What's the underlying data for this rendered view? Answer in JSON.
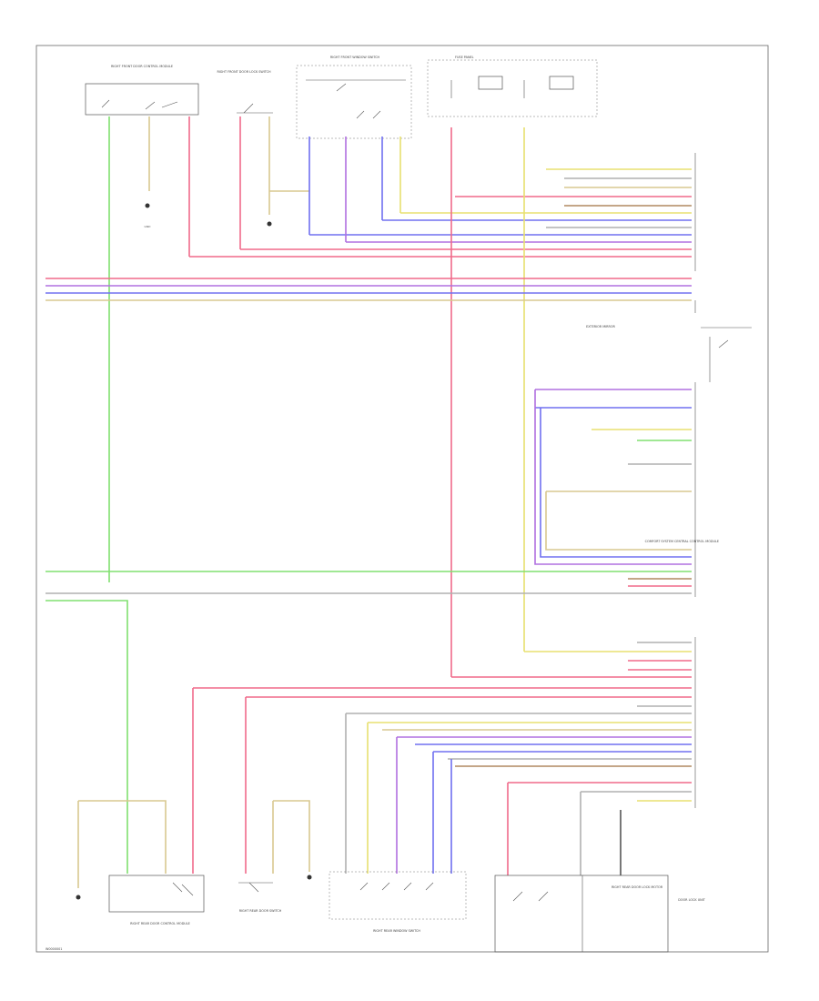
{
  "diagram": {
    "footer_code": "W0000001",
    "components": {
      "rf_door_module": "RIGHT FRONT DOOR CONTROL MODULE",
      "rf_door_switch": "RIGHT FRONT DOOR LOCK SWITCH",
      "rf_window_switch": "RIGHT FRONT WINDOW SWITCH",
      "rr_door_module": "RIGHT REAR DOOR CONTROL MODULE",
      "rr_window_switch": "RIGHT REAR WINDOW SWITCH",
      "rr_door_lock": "RIGHT REAR DOOR LOCK MOTOR",
      "rr_door_switch": "RIGHT REAR DOOR SWITCH",
      "central_module": "COMFORT SYSTEM CENTRAL CONTROL MODULE",
      "door_lock_unit": "DOOR LOCK UNIT",
      "exterior_mirror": "EXTERIOR MIRROR",
      "fuse_panel": "FUSE PANEL",
      "ground": "GND"
    },
    "wire_colors": {
      "red": "#f06a8a",
      "pink": "#f8a0c8",
      "orange": "#f0a080",
      "yellow": "#e8e070",
      "tan": "#d8c890",
      "blue": "#7070f0",
      "violet": "#b070e0",
      "green": "#80e070",
      "gray": "#b0b0b0",
      "brown": "#b08860",
      "black": "#555555"
    }
  }
}
